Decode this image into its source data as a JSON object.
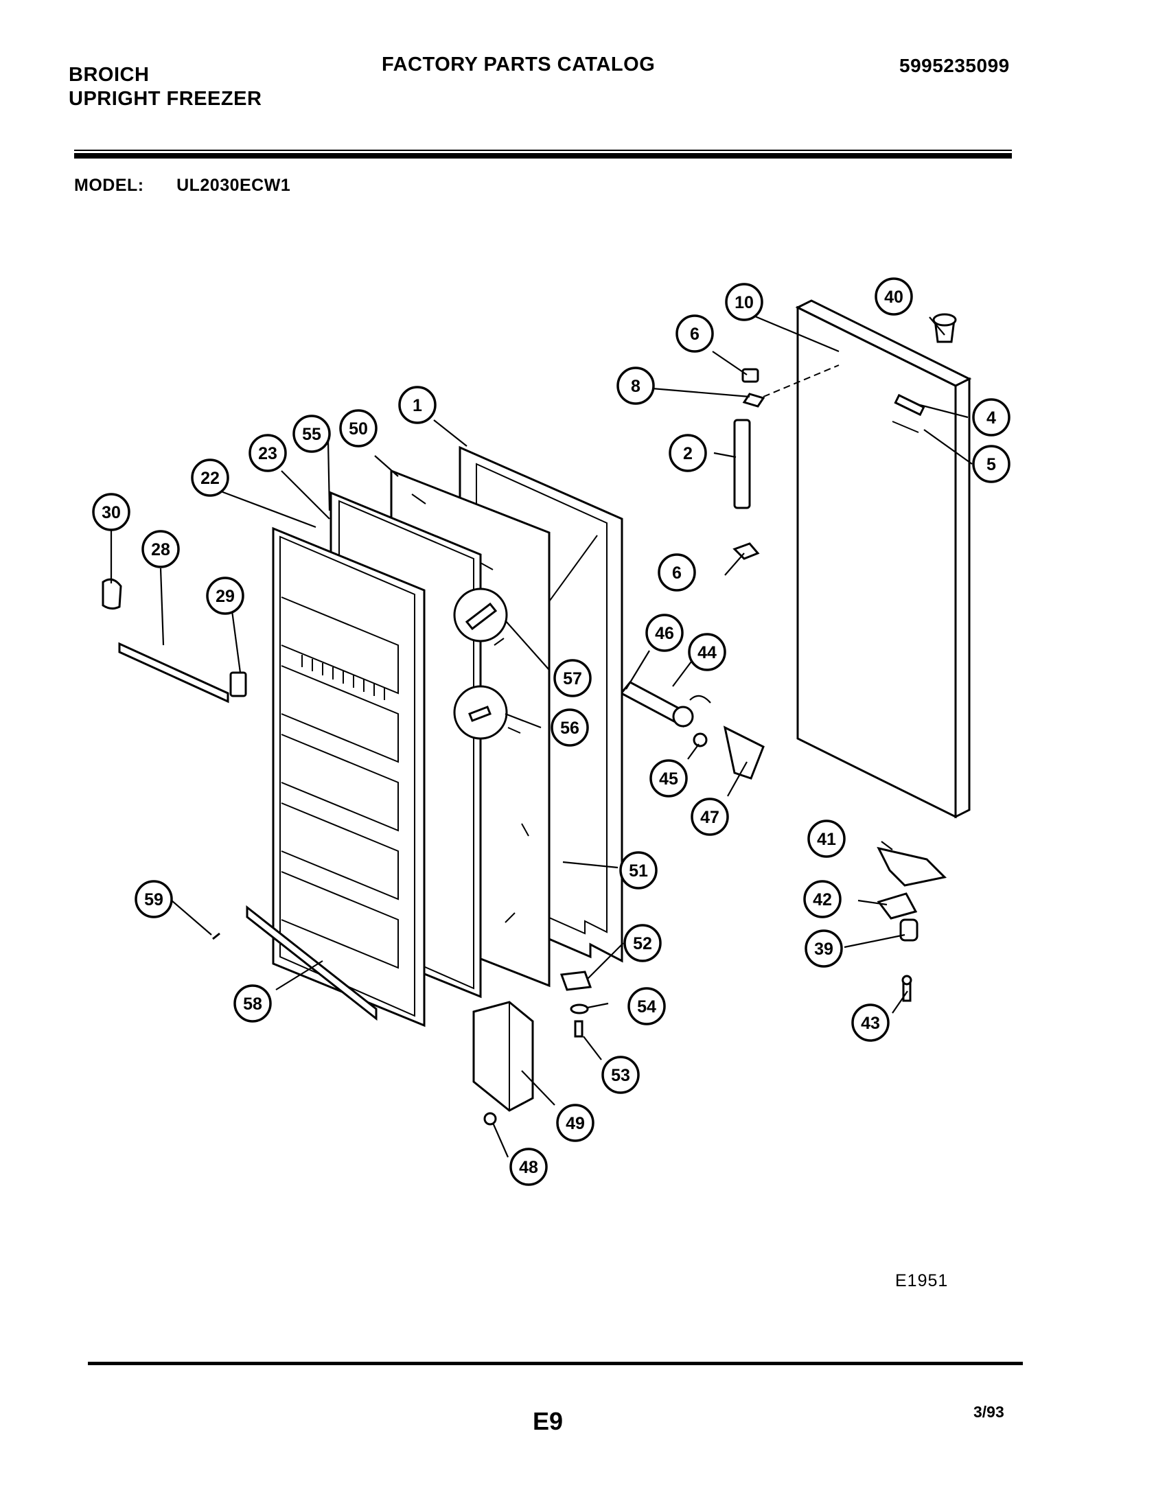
{
  "header": {
    "brand_line1": "BROICH",
    "brand_line2": "UPRIGHT FREEZER",
    "title": "FACTORY PARTS CATALOG",
    "catalog_number": "5995235099"
  },
  "model": {
    "label": "MODEL:",
    "value": "UL2030ECW1"
  },
  "diagram": {
    "code": "E1951",
    "callouts": [
      "1",
      "2",
      "4",
      "5",
      "6",
      "6",
      "8",
      "10",
      "22",
      "23",
      "28",
      "29",
      "30",
      "39",
      "40",
      "41",
      "42",
      "43",
      "44",
      "45",
      "46",
      "47",
      "48",
      "49",
      "50",
      "51",
      "52",
      "53",
      "54",
      "55",
      "56",
      "57",
      "58",
      "59"
    ]
  },
  "footer": {
    "page": "E9",
    "date": "3/93"
  }
}
